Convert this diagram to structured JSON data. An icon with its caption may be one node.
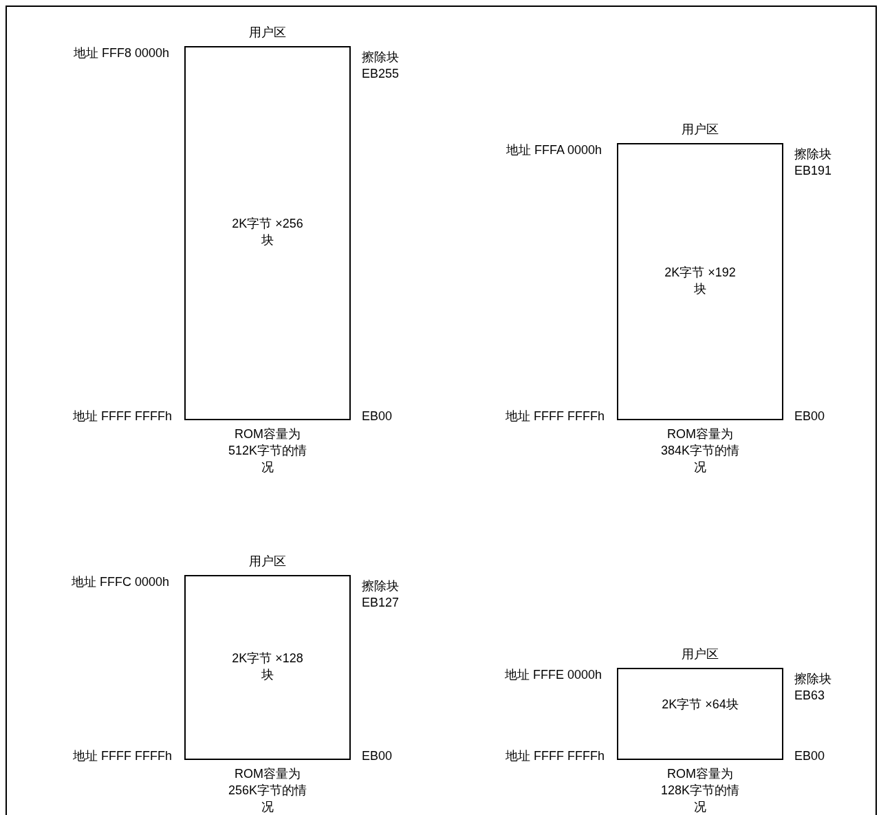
{
  "diagram": {
    "nodes": [
      {
        "text": [
          "用户区",
          "2K字节 ×256块"
        ],
        "beside": [
          "地址 FFF8 0000h",
          "擦除块 EB255",
          "地址 FFFF FFFFh",
          "EB00",
          "ROM容量为 512K字节的情况"
        ]
      },
      {
        "text": [
          "用户区",
          "2K字节 ×192块"
        ],
        "beside": [
          "地址 FFFA 0000h",
          "擦除块 EB191",
          "地址 FFFF FFFFh",
          "EB00",
          "ROM容量为 384K字节的情况"
        ]
      },
      {
        "text": [
          "用户区",
          "2K字节 ×128块"
        ],
        "beside": [
          "地址 FFFC 0000h",
          "擦除块 EB127",
          "地址 FFFF FFFFh",
          "EB00",
          "ROM容量为 256K字节的情况"
        ]
      },
      {
        "text": [
          "用户区",
          "2K字节 ×64块"
        ],
        "beside": [
          "地址 FFFE 0000h",
          "擦除块 EB63",
          "地址 FFFF FFFFh",
          "EB00",
          "ROM容量为 128K字节的情况"
        ]
      }
    ],
    "edges": []
  }
}
